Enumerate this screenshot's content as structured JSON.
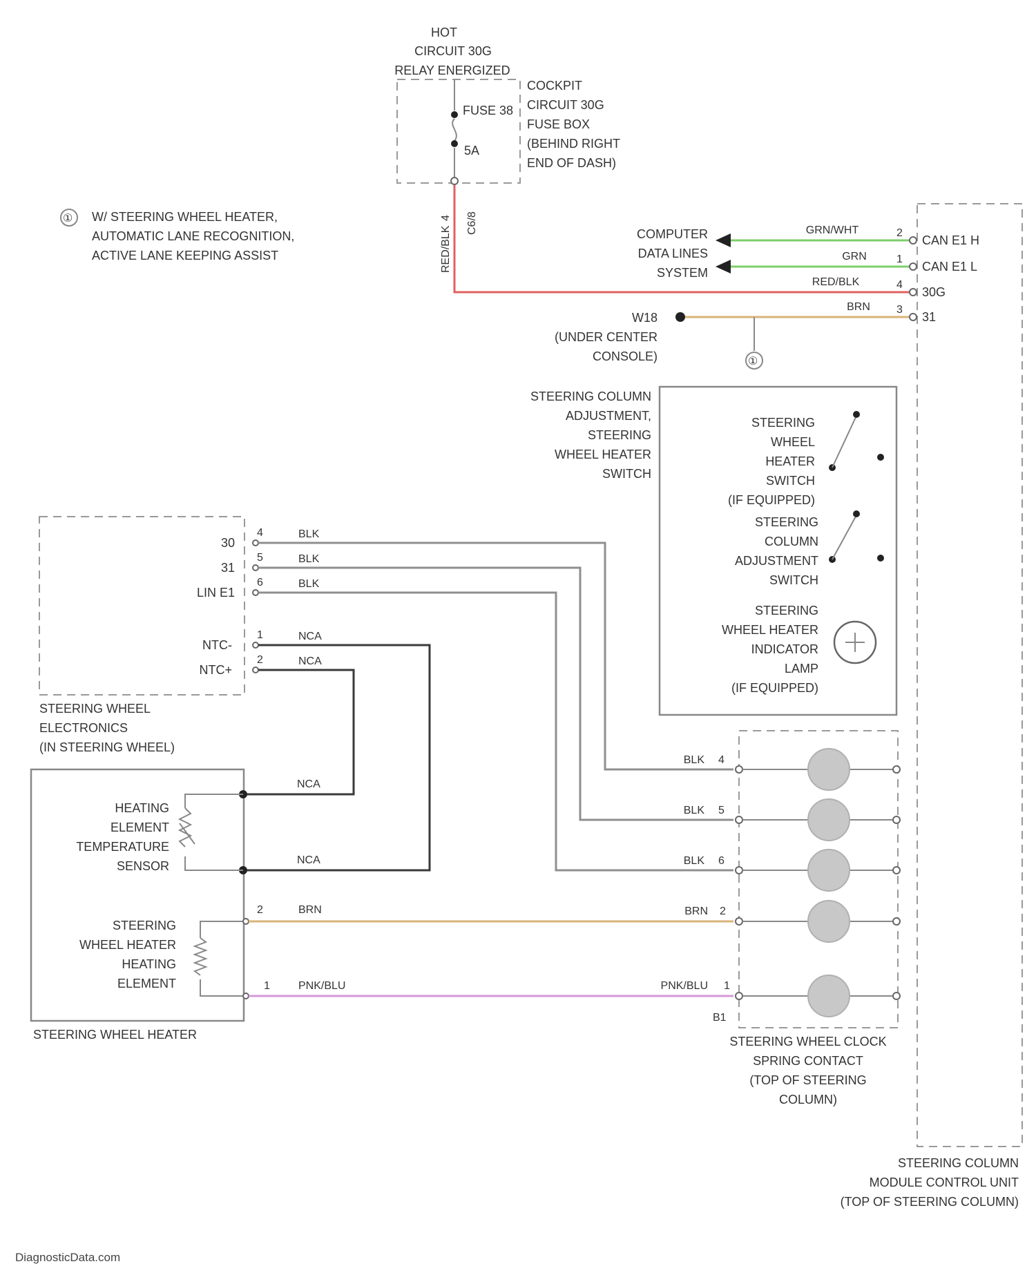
{
  "colors": {
    "red": "#e06060",
    "green": "#7ccf6a",
    "tan": "#d8b37a",
    "black": "#3a3a3a",
    "gray": "#8f8f8f",
    "pink": "#d39ad8"
  },
  "power": {
    "hot_lines": [
      "HOT",
      "CIRCUIT 30G",
      "RELAY ENERGIZED"
    ],
    "fuse_label": "FUSE 38",
    "fuse_amps": "5A",
    "fuse_box_lines": [
      "COCKPIT",
      "CIRCUIT 30G",
      "FUSE BOX",
      "(BEHIND RIGHT",
      "END OF DASH)"
    ],
    "wire_color": "RED/BLK",
    "wire_pin": "4",
    "connector_code": "C6/8"
  },
  "note": {
    "marker": "①",
    "lines": [
      "W/ STEERING WHEEL HEATER,",
      "AUTOMATIC LANE RECOGNITION,",
      "ACTIVE LANE KEEPING ASSIST"
    ]
  },
  "data_bus": {
    "label_lines": [
      "COMPUTER",
      "DATA LINES",
      "SYSTEM"
    ],
    "wire1_color": "GRN/WHT",
    "wire1_pin": "2",
    "wire2_color": "GRN",
    "wire2_pin": "1"
  },
  "red_wire": {
    "color": "RED/BLK",
    "pin": "4"
  },
  "ground": {
    "wire_color": "BRN",
    "pin": "3",
    "label": "W18",
    "location_lines": [
      "(UNDER CENTER",
      "CONSOLE)"
    ],
    "marker": "①"
  },
  "sccm_pins": [
    "CAN E1 H",
    "CAN E1 L",
    "30G",
    "31"
  ],
  "switch_box": {
    "title_lines": [
      "STEERING COLUMN",
      "ADJUSTMENT,",
      "STEERING",
      "WHEEL HEATER",
      "SWITCH"
    ],
    "switch1_lines": [
      "STEERING",
      "WHEEL",
      "HEATER",
      "SWITCH",
      "(IF EQUIPPED)"
    ],
    "switch2_lines": [
      "STEERING",
      "COLUMN",
      "ADJUSTMENT",
      "SWITCH"
    ],
    "lamp_lines": [
      "STEERING",
      "WHEEL HEATER",
      "INDICATOR",
      "LAMP",
      "(IF EQUIPPED)"
    ]
  },
  "electronics": {
    "pin_labels": [
      "30",
      "31",
      "LIN E1",
      "NTC-",
      "NTC+"
    ],
    "pin_numbers": [
      "4",
      "5",
      "6",
      "1",
      "2"
    ],
    "wire_colors": [
      "BLK",
      "BLK",
      "BLK",
      "NCA",
      "NCA"
    ],
    "title_lines": [
      "STEERING WHEEL",
      "ELECTRONICS",
      "(IN STEERING WHEEL)"
    ]
  },
  "heater": {
    "sensor_lines": [
      "HEATING",
      "ELEMENT",
      "TEMPERATURE",
      "SENSOR"
    ],
    "element_lines": [
      "STEERING",
      "WHEEL HEATER",
      "HEATING",
      "ELEMENT"
    ],
    "title": "STEERING WHEEL HEATER",
    "nca_top": "NCA",
    "nca_bottom": "NCA",
    "brn_pin": "2",
    "brn_color": "BRN",
    "pnk_pin": "1",
    "pnk_color": "PNK/BLU"
  },
  "clock_spring": {
    "rows": [
      {
        "color": "BLK",
        "pin": "4"
      },
      {
        "color": "BLK",
        "pin": "5"
      },
      {
        "color": "BLK",
        "pin": "6"
      },
      {
        "color": "BRN",
        "pin": "2"
      },
      {
        "color": "PNK/BLU",
        "pin": "1"
      }
    ],
    "connector": "B1",
    "title_lines": [
      "STEERING WHEEL CLOCK",
      "SPRING CONTACT",
      "(TOP OF STEERING",
      "COLUMN)"
    ]
  },
  "sccm": {
    "title_lines": [
      "STEERING COLUMN",
      "MODULE CONTROL UNIT",
      "(TOP OF STEERING COLUMN)"
    ]
  },
  "watermark": "DiagnosticData.com"
}
